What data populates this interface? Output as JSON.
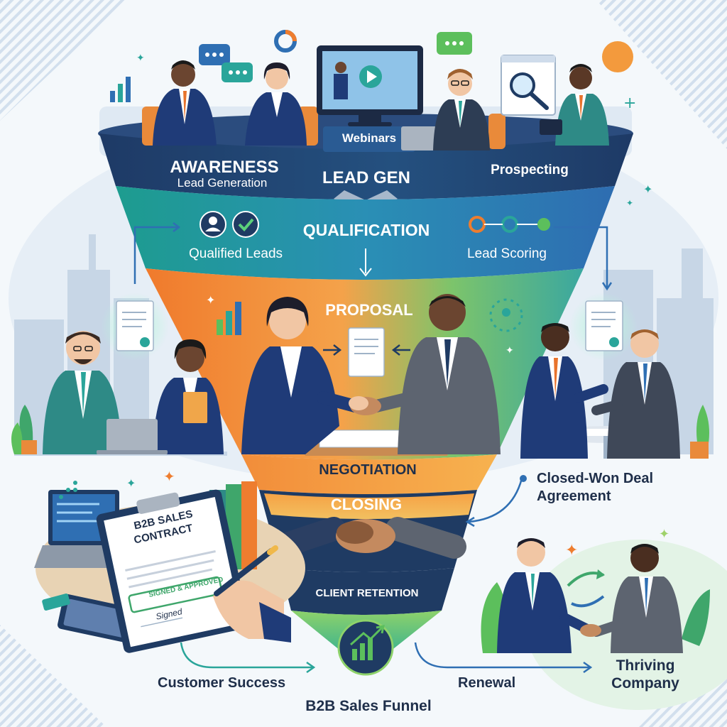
{
  "stages": {
    "awareness": "AWARENESS",
    "awareness_sub": "Lead Generation",
    "webinars": "Webinars",
    "lead_gen": "LEAD GEN",
    "prospecting": "Prospecting",
    "qualification": "QUALIFICATION",
    "qualified_leads": "Qualified Leads",
    "lead_scoring": "Lead Scoring",
    "proposal": "PROPOSAL",
    "negotiation": "NEGOTIATION",
    "closing": "CLOSING",
    "client_retention": "CLIENT RETENTION"
  },
  "callouts": {
    "closed_won": "Closed-Won Deal",
    "closed_won_2": "Agreement",
    "customer_success": "Customer Success",
    "renewal": "Renewal",
    "thriving": "Thriving",
    "thriving_2": "Company"
  },
  "contract": {
    "title_1": "B2B SALES",
    "title_2": "CONTRACT",
    "stamp": "SIGNED & APPROVED",
    "signature": "Signed"
  },
  "caption": "B2B Sales Funnel",
  "colors": {
    "navy": "#1f3b63",
    "teal": "#2aa59a",
    "blue": "#2f6fb3",
    "orange": "#ee7d2f",
    "green": "#6cc04a",
    "suit_dark": "#253e6b",
    "suit_grey": "#5d6470"
  },
  "icons": [
    "chat-bubble-icon",
    "donut-chart-icon",
    "bar-chart-icon",
    "video-play-icon",
    "magnifier-icon",
    "user-check-icon",
    "network-icon",
    "document-icon",
    "handshake-icon",
    "growth-chart-icon",
    "pen-icon",
    "sparkle-icon"
  ]
}
